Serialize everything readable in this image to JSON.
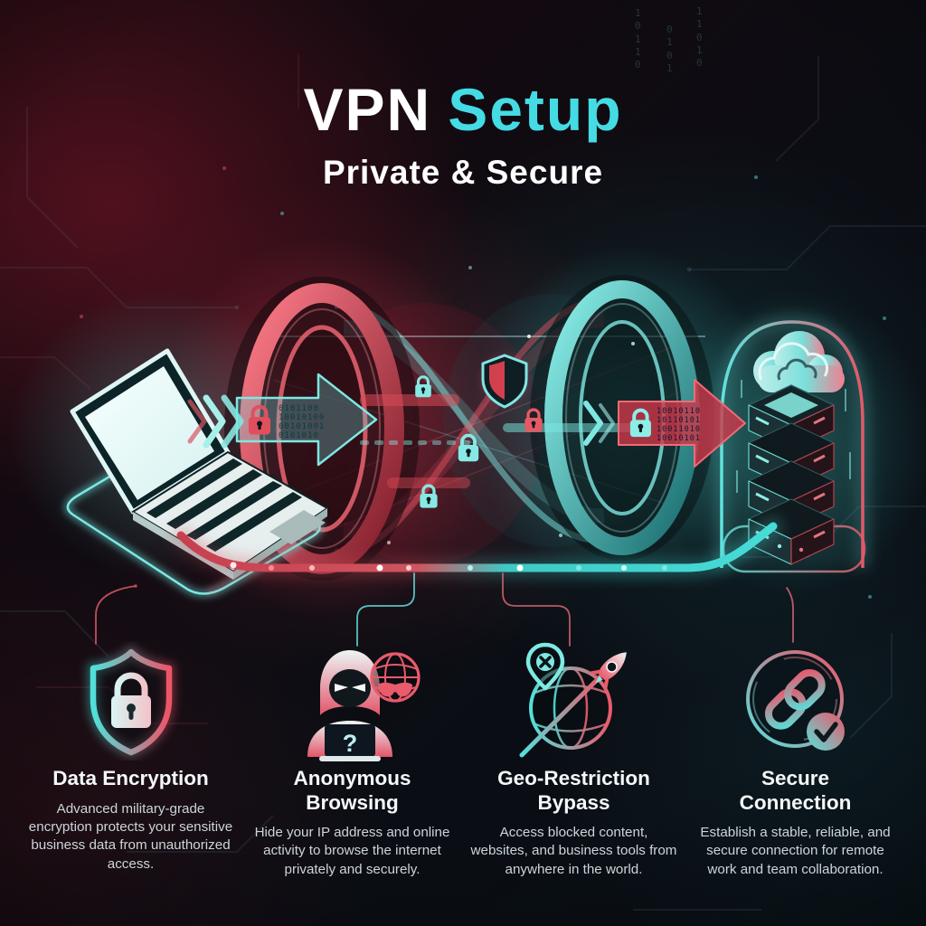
{
  "header": {
    "title_primary": "VPN",
    "title_accent": "Setup",
    "subtitle": "Private & Secure"
  },
  "colors": {
    "accent_cyan": "#45dbe4",
    "accent_red": "#de4f60",
    "background": "#0b0e13",
    "text_primary": "#ffffff",
    "text_secondary": "#ccd5da"
  },
  "diagram": {
    "icons": {
      "client": "laptop-icon",
      "outbound": "encrypted-data-arrow-icon",
      "tunnel": "vpn-tunnel",
      "tunnel_shield": "shield-icon",
      "tunnel_locks": "padlock-icon",
      "inbound": "encrypted-data-arrow-icon",
      "destination": "cloud-server-icon"
    },
    "client_binary": [
      "0101100",
      "10010100",
      "00101001",
      "0101010"
    ],
    "server_binary": [
      "10010110",
      "10110101",
      "10011010",
      "10010101"
    ],
    "hacker_question_mark": "?"
  },
  "decor": {
    "binary_columns": [
      "1\n0\n1\n1\n0",
      "0\n1\n0\n1",
      "1\n1\n0\n1\n0"
    ]
  },
  "features": [
    {
      "icon": "shield-lock-icon",
      "title": "Data Encryption",
      "description": "Advanced military-grade encryption protects your sensitive business data from unauthorized access."
    },
    {
      "icon": "anonymous-user-icon",
      "title": "Anonymous Browsing",
      "description": "Hide your IP address and online activity to browse the internet privately and securely."
    },
    {
      "icon": "globe-rocket-icon",
      "title": "Geo-Restriction Bypass",
      "description": "Access blocked content, websites, and business tools from anywhere in the world."
    },
    {
      "icon": "secure-link-icon",
      "title": "Secure Connection",
      "description": "Establish a stable, reliable, and secure connection for remote work and team collaboration."
    }
  ]
}
